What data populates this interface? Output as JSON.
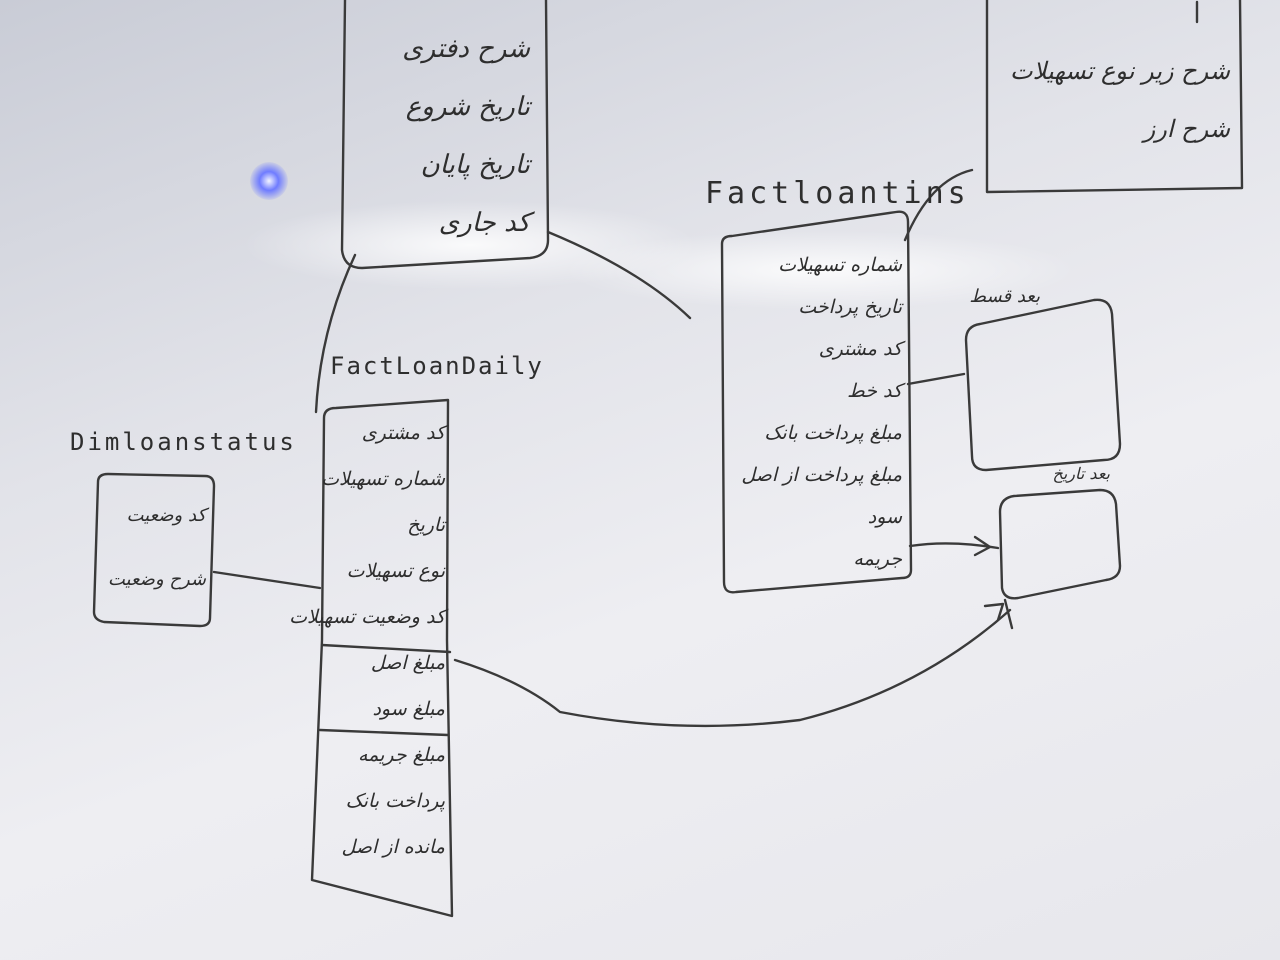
{
  "tables": {
    "top_left": {
      "fields": [
        "شرح دفتری",
        "تاریخ شروع",
        "تاریخ پایان",
        "کد جاری"
      ]
    },
    "top_right": {
      "fields": [
        "شرح زیر نوع تسهیلات",
        "شرح ارز"
      ]
    },
    "fact_loan_ins": {
      "title": "Factloantins",
      "fields": [
        "شماره تسهیلات",
        "تاریخ پرداخت",
        "کد مشتری",
        "کد خط",
        "مبلغ پرداخت بانک",
        "مبلغ پرداخت از اصل",
        "سود",
        "جریمه"
      ]
    },
    "fact_loan_daily": {
      "title": "FactLoanDaily",
      "fields": [
        "کد مشتری",
        "شماره تسهیلات",
        "تاریخ",
        "نوع تسهیلات",
        "کد وضعیت تسهیلات",
        "مبلغ اصل",
        "مبلغ سود",
        "مبلغ جریمه",
        "پرداخت بانک",
        "مانده از اصل"
      ]
    },
    "dim_loan_status": {
      "title": "Dimloanstatus",
      "fields": [
        "کد وضعیت",
        "شرح وضعیت"
      ]
    },
    "box_right_top": {
      "label": "بعد قسط"
    },
    "box_right_bottom": {
      "label": "بعد تاریخ"
    }
  }
}
